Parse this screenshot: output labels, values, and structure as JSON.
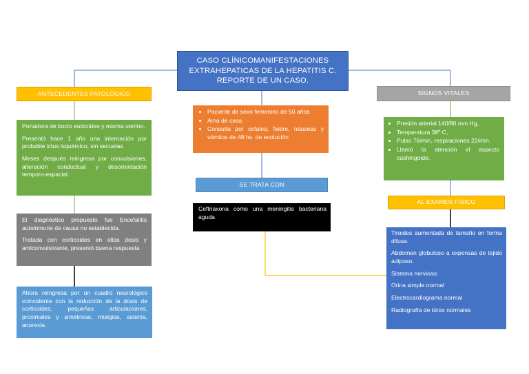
{
  "title": "CASO CLÍNICOMANIFESTACIONES EXTRAHEPATICAS DE LA HEPATITIS C. REPORTE DE UN CASO.",
  "antecedentes": {
    "header": "ANTECEDENTES PATOLÓGICO",
    "green_paragraphs": [
      "Portadora de bocio eutiroideo y mioma uterino.",
      "Presentó hace 1 año una internación por probable ictus isquémico, sin secuelas",
      "Meses después reingresa por convulsiones, alteración conductual y desorientación temporo-espacial."
    ],
    "gray_paragraphs": [
      "El diagnóstico propuesto fue Encefalitis autoinmune de causa no establecida.",
      "Tratada con corticoides en altas dosis y anticonvulsivante, presentó buena respuesta"
    ],
    "blue_paragraph": "Ahora reingresa por un cuadro neurológico coincidente con la reducción de la dosis de corticoides, pequeñas articulaciones, proximales y simétricas, mialgias, astenia, anorexia."
  },
  "paciente": {
    "bullets": [
      "Paciente de sexo femenino de 50 años",
      "Ama de casa.",
      "Consulta por cefalea, fiebre, náuseas y vómitos de 48 hs. de evolución"
    ]
  },
  "tratamiento": {
    "header": "SE TRATA CON",
    "text": "Ceftriaxona como una meningitis bacteriana aguda"
  },
  "signos": {
    "header": "SIGNOS VITALES",
    "bullets": [
      "Presión arterial 140/80 mm Hg,",
      "Temperatura 38º C,",
      "Pulso 76/min, respiraciones 22/min.",
      "Llamó la atención el aspecto cushingoide."
    ]
  },
  "examen": {
    "header": "AL EXAMEN FÍSICO",
    "paragraphs": [
      "Tiroides aumentada de tamaño en forma difusa.",
      "Abdomen globuloso a expensas de tejido adiposo.",
      "Sistema nervioso:",
      "Orina simple normal",
      "Electrocardiograma normal",
      "Radiografía de tórax normales"
    ]
  },
  "colors": {
    "title_fill": "#4472c4",
    "orange_header": "#ffc000",
    "orange_box": "#ed7d31",
    "green": "#70ad47",
    "gray": "#808080",
    "gray_light": "#a5a5a5",
    "blue_light": "#5b9bd5",
    "blue_dark": "#4472c4",
    "black": "#000000"
  }
}
